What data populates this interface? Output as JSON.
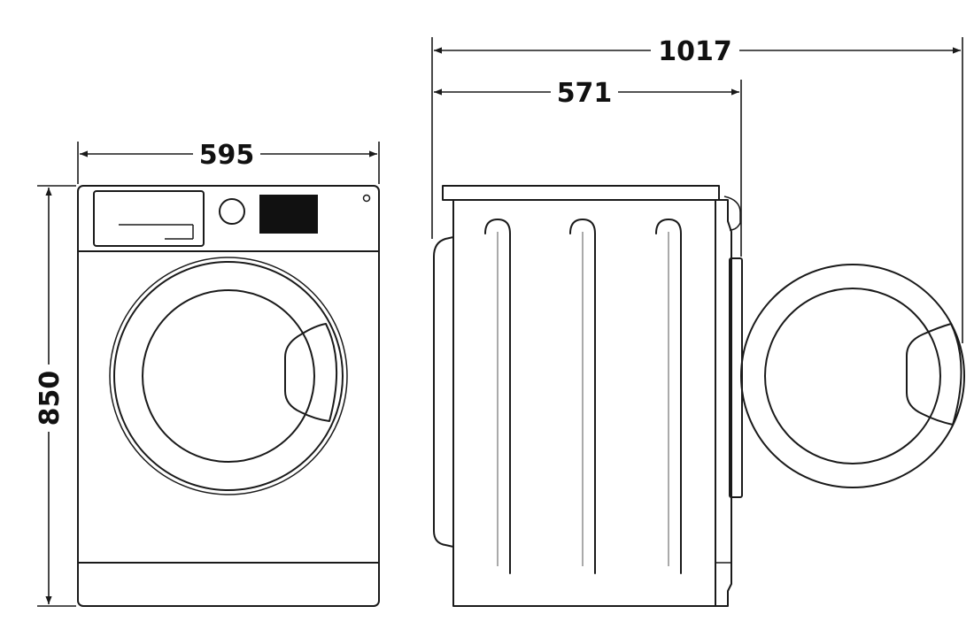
{
  "dimensions": {
    "width": "595",
    "height": "850",
    "depth": "571",
    "depth_door_open": "1017"
  },
  "colors": {
    "line": "#1a1a1a",
    "display": "#111111",
    "background": "#ffffff"
  }
}
